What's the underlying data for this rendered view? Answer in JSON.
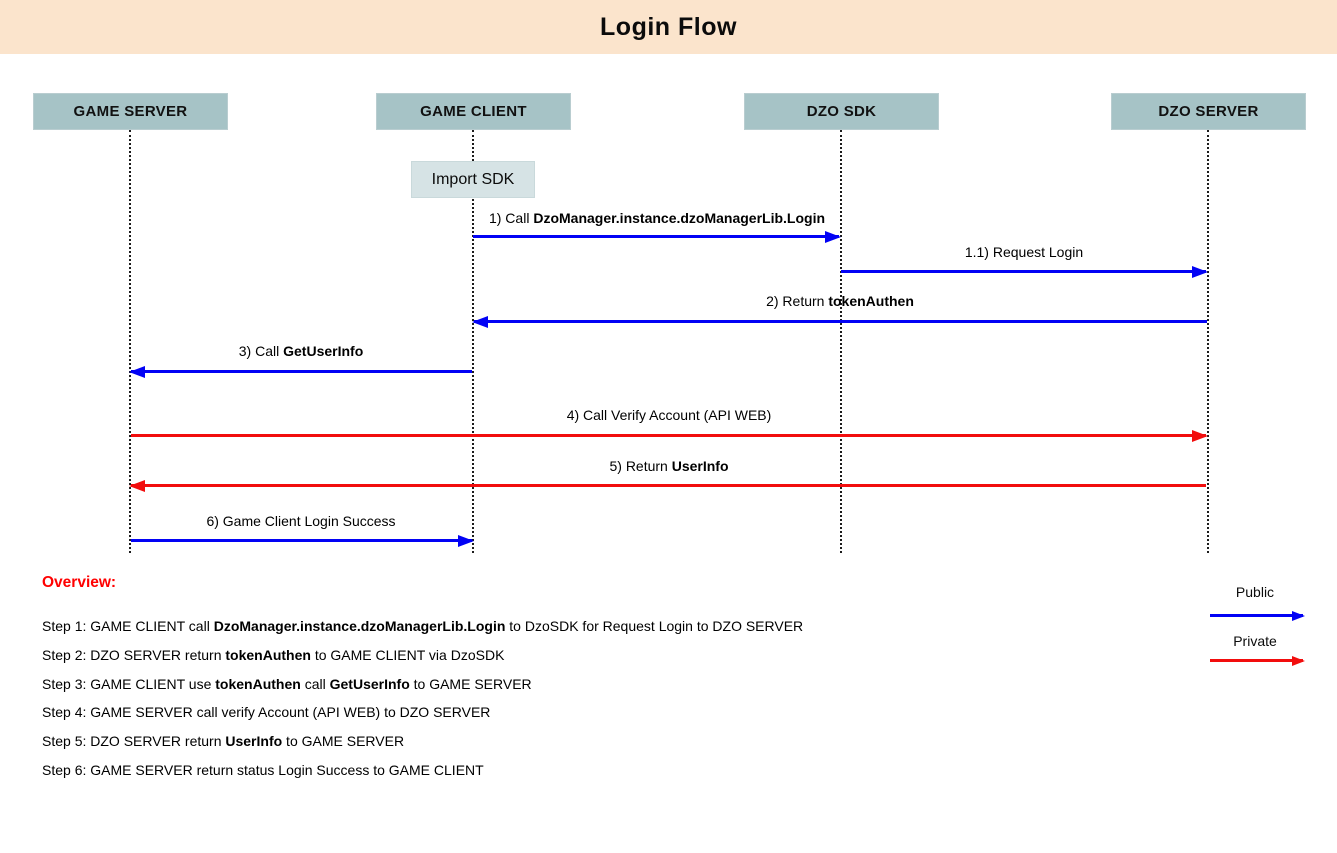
{
  "title": "Login Flow",
  "actors": [
    {
      "name": "GAME SERVER"
    },
    {
      "name": "GAME CLIENT"
    },
    {
      "name": "DZO SDK"
    },
    {
      "name": "DZO SERVER"
    }
  ],
  "note": {
    "label": "Import SDK"
  },
  "messages": [
    {
      "pre": "1) Call ",
      "bold": "DzoManager.instance.dzoManagerLib.Login",
      "post": ""
    },
    {
      "pre": "1.1) Request Login",
      "bold": "",
      "post": ""
    },
    {
      "pre": "2) Return ",
      "bold": "tokenAuthen",
      "post": ""
    },
    {
      "pre": "3) Call ",
      "bold": "GetUserInfo",
      "post": ""
    },
    {
      "pre": "4) Call Verify Account (API WEB)",
      "bold": "",
      "post": ""
    },
    {
      "pre": "5) Return ",
      "bold": "UserInfo",
      "post": ""
    },
    {
      "pre": "6) Game Client Login Success",
      "bold": "",
      "post": ""
    }
  ],
  "overview": {
    "heading": "Overview:",
    "steps": [
      {
        "p1": "Step 1: GAME CLIENT call ",
        "b1": "DzoManager.instance.dzoManagerLib.Login",
        "p2": " to DzoSDK for Request Login to DZO SERVER",
        "b2": "",
        "p3": ""
      },
      {
        "p1": "Step 2: DZO SERVER return ",
        "b1": "tokenAuthen",
        "p2": " to GAME CLIENT via DzoSDK",
        "b2": "",
        "p3": ""
      },
      {
        "p1": "Step 3: GAME CLIENT use ",
        "b1": "tokenAuthen",
        "p2": " call ",
        "b2": "GetUserInfo",
        "p3": " to GAME SERVER"
      },
      {
        "p1": "Step 4: GAME SERVER call verify Account (API WEB) to DZO SERVER",
        "b1": "",
        "p2": "",
        "b2": "",
        "p3": ""
      },
      {
        "p1": "Step 5: DZO SERVER return ",
        "b1": "UserInfo",
        "p2": " to GAME SERVER",
        "b2": "",
        "p3": ""
      },
      {
        "p1": "Step 6: GAME SERVER return status Login Success to GAME CLIENT",
        "b1": "",
        "p2": "",
        "b2": "",
        "p3": ""
      }
    ]
  },
  "legend": {
    "public_label": "Public",
    "private_label": "Private"
  },
  "colors": {
    "header_bg": "#FBE4CC",
    "actor_bg": "#A6C3C6",
    "note_bg": "#D6E3E5",
    "public_arrow": "#0202F5",
    "private_arrow": "#F20D0D",
    "overview_heading": "#FF0000"
  }
}
